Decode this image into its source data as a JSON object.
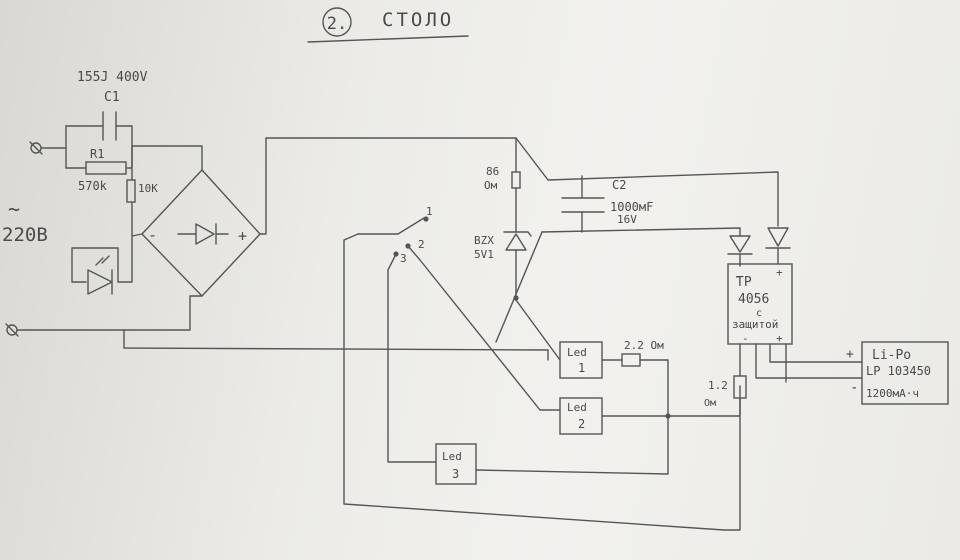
{
  "title": {
    "number": "2.",
    "text": "СТОЛО"
  },
  "labels": {
    "c1_rating": "155J 400V",
    "c1_name": "C1",
    "r1_name": "R1",
    "r1_value": "570k",
    "r2_value": "10K",
    "mains_symbol": "~",
    "mains_voltage": "220В",
    "bridge_minus": "-",
    "bridge_plus": "+",
    "r3_value": "86",
    "r3_unit": "Ом",
    "zener_part": "BZX",
    "zener_voltage": "5V1",
    "c2_name": "C2",
    "c2_value": "1000мF",
    "c2_voltage": "16V",
    "switch_pos1": "1",
    "switch_pos2": "2",
    "switch_pos3": "3",
    "tp_line1": "TP",
    "tp_line2": "4056",
    "tp_line3": "с",
    "tp_line4": "защитой",
    "tp_minus": "-",
    "tp_plus": "+",
    "led1_line1": "Led",
    "led1_line2": "1",
    "led2_line1": "Led",
    "led2_line2": "2",
    "led3_line1": "Led",
    "led3_line2": "3",
    "r4_value": "2.2 Ом",
    "r5_value": "1.2",
    "r5_unit": "Ом",
    "bat_plus": "+",
    "bat_minus": "-",
    "bat_line1": "Li-Po",
    "bat_line2": "LP 103450",
    "bat_line3": "1200мА·ч"
  },
  "colors": {
    "paper": "#ecebe7",
    "ink": "#4a4a4a"
  }
}
